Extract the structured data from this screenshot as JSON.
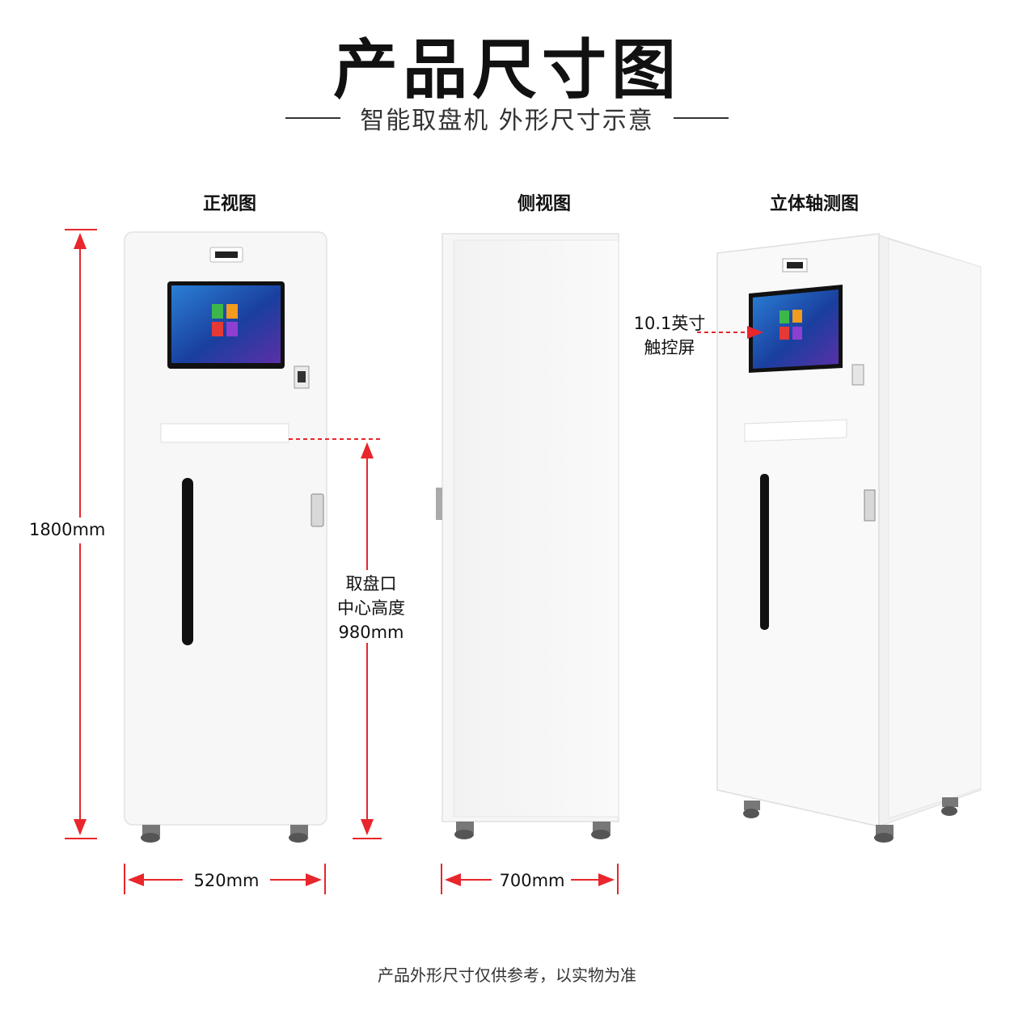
{
  "header": {
    "title": "产品尺寸图",
    "subtitle": "智能取盘机 外形尺寸示意"
  },
  "views": {
    "front": "正视图",
    "side": "侧视图",
    "iso": "立体轴测图"
  },
  "dimensions": {
    "height": "1800mm",
    "width": "520mm",
    "depth": "700mm",
    "slot_line1": "取盘口",
    "slot_line2": "中心高度",
    "slot_line3": "980mm",
    "screen_line1": "10.1英寸",
    "screen_line2": "触控屏"
  },
  "footer": {
    "note": "产品外形尺寸仅供参考，以实物为准"
  },
  "colors": {
    "dimension": "#e8262b",
    "cabinet": "#f8f8f8",
    "screen_bg": "#1a4fb0"
  }
}
